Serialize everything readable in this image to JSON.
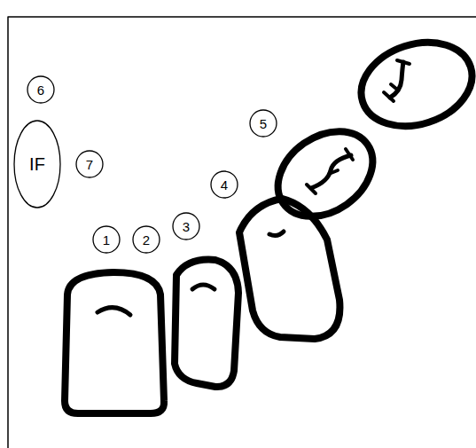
{
  "diagram": {
    "nodes": [
      {
        "text": [
          "6"
        ]
      },
      {
        "text": [
          "5"
        ]
      },
      {
        "text": [
          "IF"
        ]
      },
      {
        "text": [
          "7"
        ]
      },
      {
        "text": [
          "4"
        ]
      },
      {
        "text": [
          "3"
        ]
      },
      {
        "text": [
          "1"
        ]
      },
      {
        "text": [
          "2"
        ]
      }
    ],
    "edges": []
  }
}
